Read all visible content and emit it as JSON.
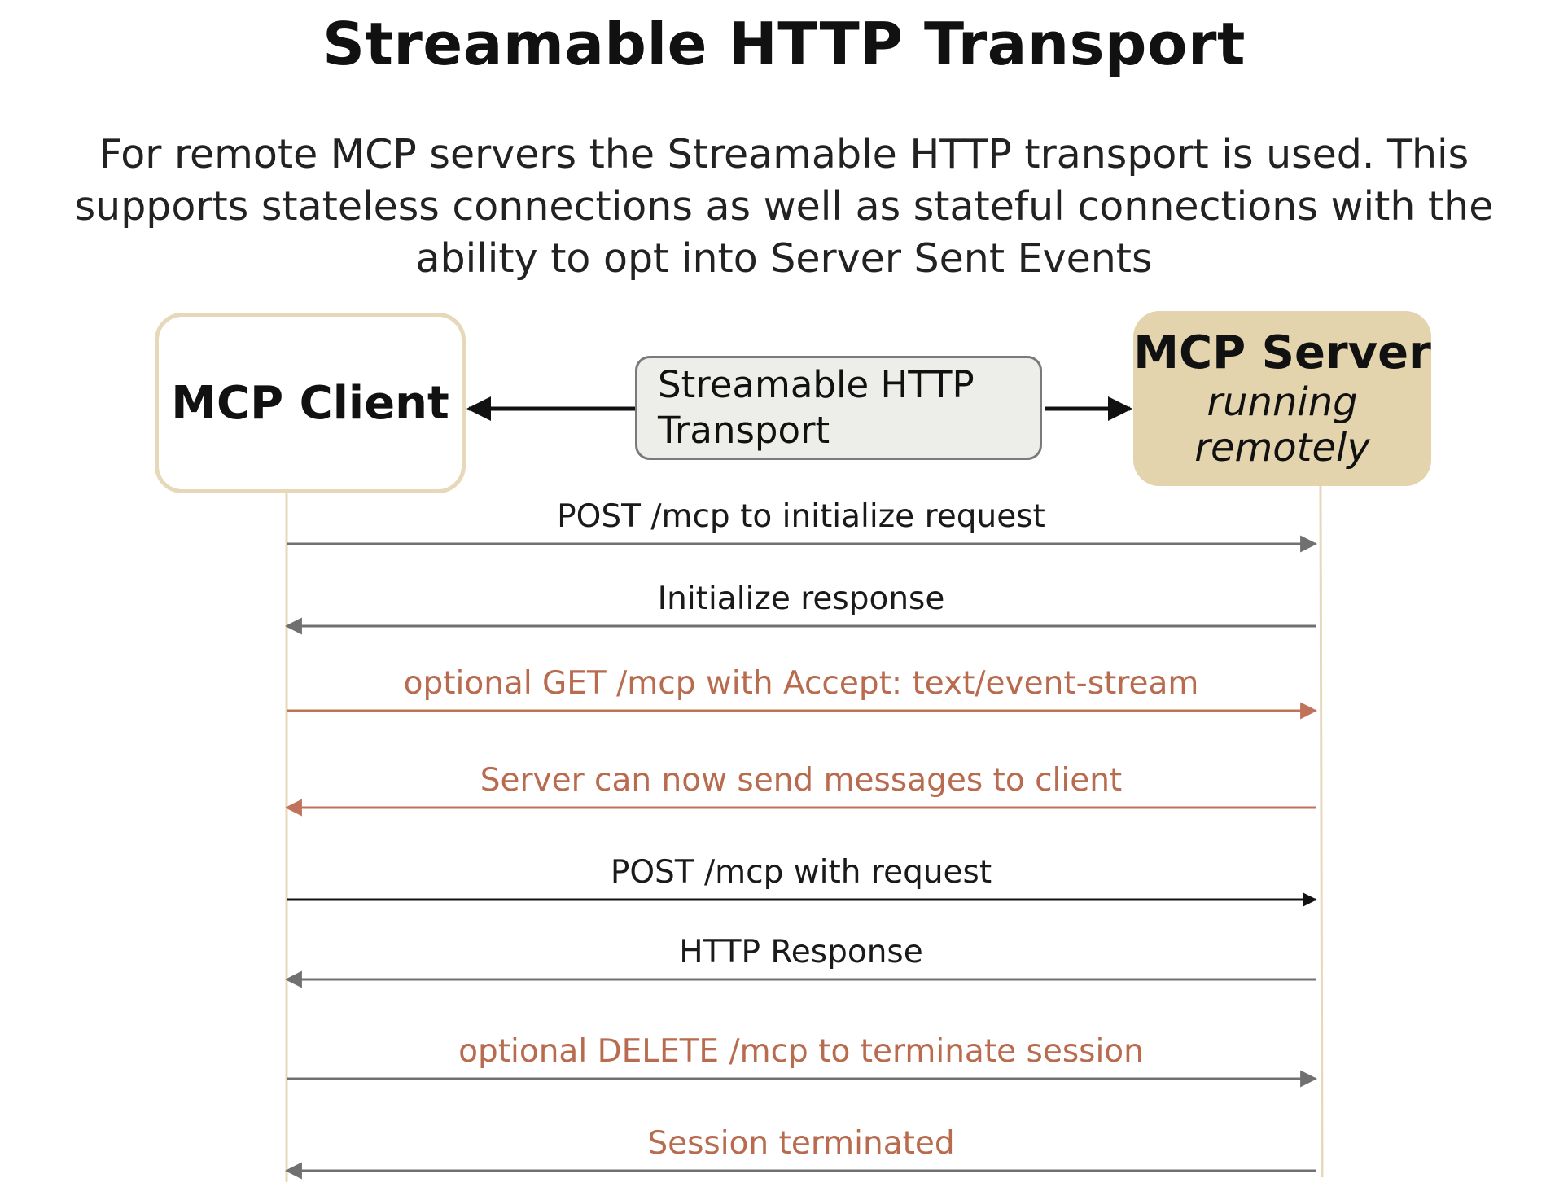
{
  "title": "Streamable HTTP Transport",
  "subtitle": "For remote MCP servers the Streamable HTTP transport is used. This supports stateless connections as well as stateful connections with the ability to opt into Server Sent Events",
  "client": {
    "label": "MCP Client"
  },
  "server": {
    "label": "MCP Server",
    "sub_line1": "running",
    "sub_line2": "remotely"
  },
  "transport": {
    "line1": "Streamable HTTP",
    "line2": "Transport"
  },
  "colors": {
    "lifeline": "#e7d8bb",
    "arrow_gray": "#707070",
    "arrow_black": "#111111",
    "arrow_orange": "#c0735a",
    "text_orange": "#b86b4e",
    "server_fill": "#e3d4ae",
    "client_border": "#e6d8b8"
  },
  "messages": [
    {
      "label": "POST /mcp to initialize request",
      "direction": "to-server",
      "style": "gray"
    },
    {
      "label": "Initialize response",
      "direction": "to-client",
      "style": "gray"
    },
    {
      "label": "optional GET /mcp with Accept: text/event-stream",
      "direction": "to-server",
      "style": "orange"
    },
    {
      "label": "Server can now send messages to client",
      "direction": "to-client",
      "style": "orange"
    },
    {
      "label": "POST /mcp with request",
      "direction": "to-server",
      "style": "black"
    },
    {
      "label": "HTTP Response",
      "direction": "to-client",
      "style": "gray"
    },
    {
      "label": "optional DELETE /mcp to terminate session",
      "direction": "to-server",
      "style": "gray-orange-label"
    },
    {
      "label": "Session terminated",
      "direction": "to-client",
      "style": "gray-orange-label"
    }
  ]
}
